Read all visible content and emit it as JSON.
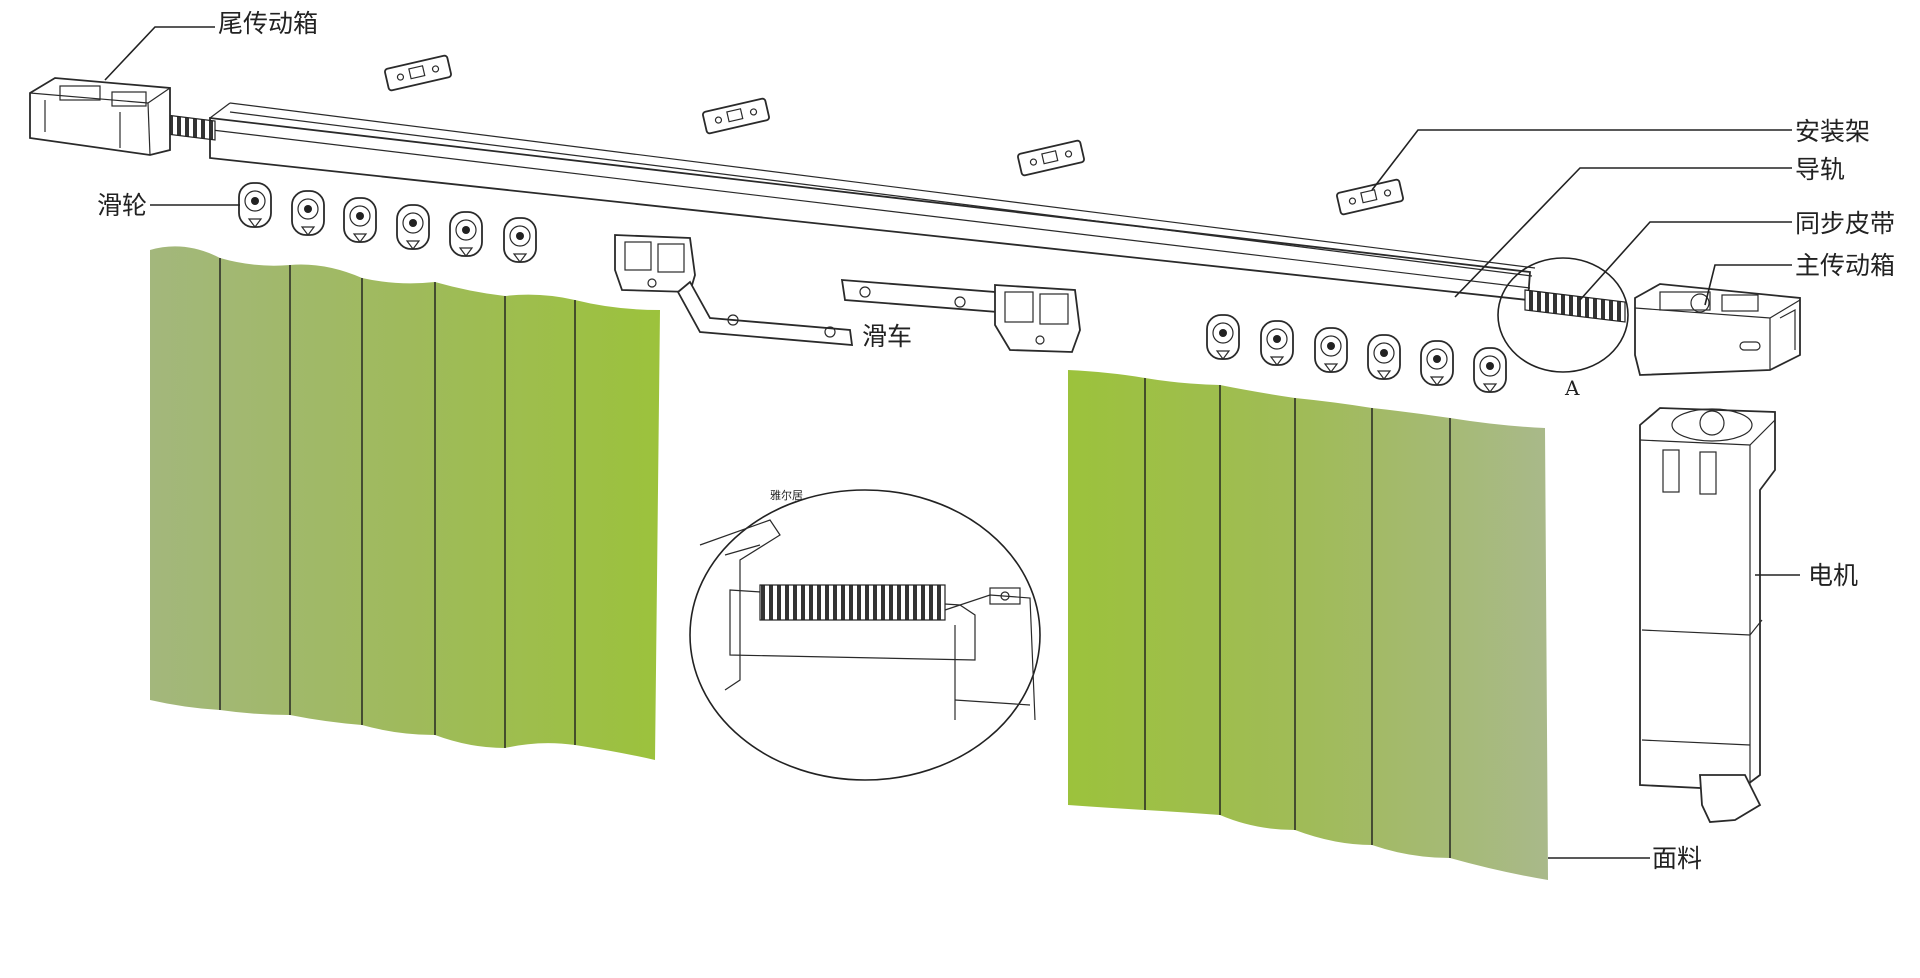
{
  "labels": {
    "tail_box": "尾传动箱",
    "pulley": "滑轮",
    "mounting_bracket": "安装架",
    "rail": "导轨",
    "timing_belt": "同步皮带",
    "main_box": "主传动箱",
    "carriage": "滑车",
    "callout_letter": "A",
    "motor": "电机",
    "fabric": "面料",
    "watermark": "雅尔居"
  },
  "colors": {
    "fabric_light": "#9fb66f",
    "fabric_mid": "#a0bc52",
    "fabric_bright": "#9cc040",
    "line": "#222222"
  }
}
